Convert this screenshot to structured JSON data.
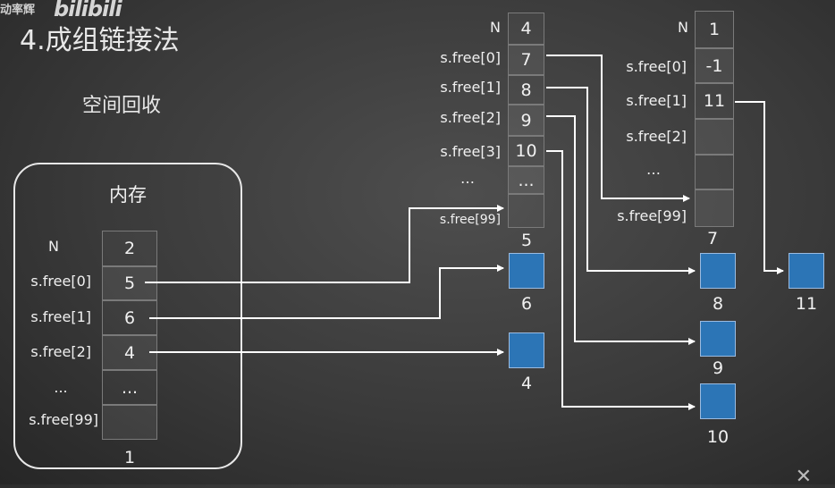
{
  "watermark": {
    "text": "动率辉",
    "logo": "bilibili"
  },
  "slide": {
    "title": "4.成组链接法",
    "subtitle": "空间回收"
  },
  "memory": {
    "title": "内存",
    "labels": [
      "N",
      "s.free[0]",
      "s.free[1]",
      "s.free[2]",
      "...",
      "s.free[99]"
    ],
    "values": [
      "2",
      "5",
      "6",
      "4",
      "...",
      ""
    ],
    "block_number": "1"
  },
  "group5": {
    "labels": [
      "N",
      "s.free[0]",
      "s.free[1]",
      "s.free[2]",
      "s.free[3]",
      "…",
      "s.free[99]"
    ],
    "values": [
      "4",
      "7",
      "8",
      "9",
      "10",
      "...",
      ""
    ],
    "block_number": "5"
  },
  "group7": {
    "labels": [
      "N",
      "s.free[0]",
      "s.free[1]",
      "s.free[2]",
      "…",
      "s.free[99]"
    ],
    "values": [
      "1",
      "-1",
      "11",
      "",
      "",
      ""
    ],
    "block_number": "7"
  },
  "free_blocks": {
    "b6": "6",
    "b4": "4",
    "b8": "8",
    "b9": "9",
    "b10": "10",
    "b11": "11"
  },
  "colors": {
    "block_fill": "#2c75b6",
    "arrow": "#ffffff",
    "background": "#3a3a3a"
  }
}
